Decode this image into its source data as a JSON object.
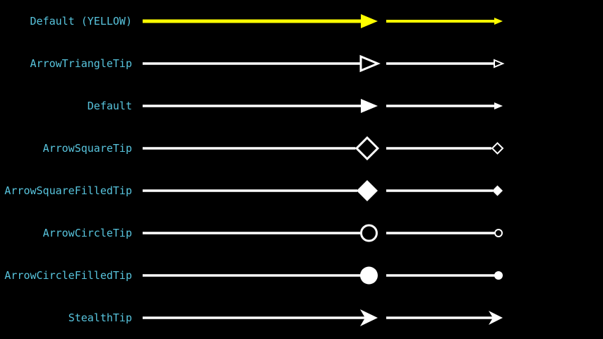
{
  "canvas": {
    "background": "#000000"
  },
  "colors": {
    "label": "#58c4dd",
    "highlight": "#ffff00",
    "arrow_default": "#ffffff"
  },
  "rows": [
    {
      "label": "Default (YELLOW)",
      "tip": "triangle-filled",
      "color": "#ffff00"
    },
    {
      "label": "ArrowTriangleTip",
      "tip": "triangle-outline",
      "color": "#ffffff"
    },
    {
      "label": "Default",
      "tip": "triangle-filled",
      "color": "#ffffff"
    },
    {
      "label": "ArrowSquareTip",
      "tip": "square-outline",
      "color": "#ffffff"
    },
    {
      "label": "ArrowSquareFilledTip",
      "tip": "square-filled",
      "color": "#ffffff"
    },
    {
      "label": "ArrowCircleTip",
      "tip": "circle-outline",
      "color": "#ffffff"
    },
    {
      "label": "ArrowCircleFilledTip",
      "tip": "circle-filled",
      "color": "#ffffff"
    },
    {
      "label": "StealthTip",
      "tip": "stealth",
      "color": "#ffffff"
    }
  ]
}
